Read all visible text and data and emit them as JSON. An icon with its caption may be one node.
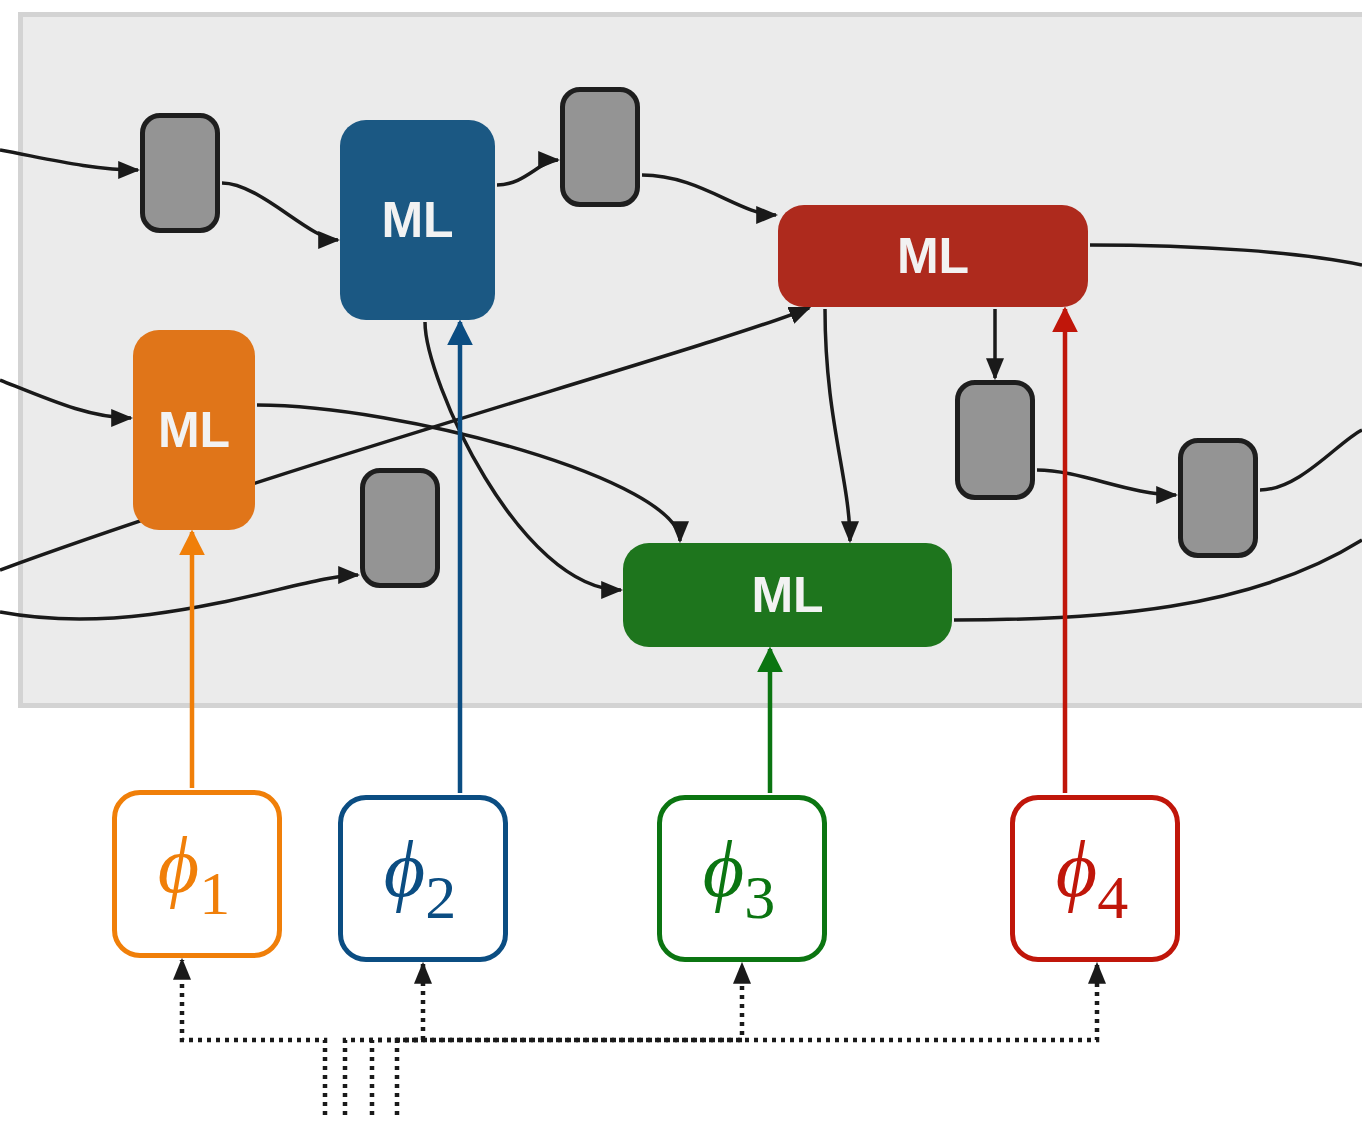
{
  "diagram": {
    "nodes": [
      {
        "text": [],
        "shape": "box"
      },
      {
        "text": [],
        "shape": "box",
        "in": 0
      },
      {
        "text": [
          "ML"
        ],
        "in": 0
      },
      {
        "text": [],
        "shape": "box",
        "in": 0
      },
      {
        "text": [
          "ML"
        ],
        "in": 0
      },
      {
        "text": [
          "ML"
        ],
        "in": 0
      },
      {
        "text": [],
        "shape": "box",
        "in": 0
      },
      {
        "text": [],
        "shape": "box",
        "in": 0
      },
      {
        "text": [],
        "shape": "box",
        "in": 0
      },
      {
        "text": [
          "ML"
        ],
        "in": 0
      },
      {
        "text": [
          "*ϕ*$_{1}$"
        ]
      },
      {
        "text": [
          "*ϕ*$_{2}$"
        ]
      },
      {
        "text": [
          "*ϕ*$_{3}$"
        ]
      },
      {
        "text": [
          "*ϕ*$_{4}$"
        ]
      }
    ],
    "edges": [
      {
        "from": null,
        "to": 1,
        "arrow": "to"
      },
      {
        "from": 1,
        "to": 2,
        "arrow": "to"
      },
      {
        "from": 2,
        "to": 3,
        "arrow": "to"
      },
      {
        "from": 3,
        "to": 4,
        "arrow": "to"
      },
      {
        "from": 4,
        "to": null,
        "arrow": "none"
      },
      {
        "from": null,
        "to": 5,
        "arrow": "to"
      },
      {
        "from": 5,
        "to": 9,
        "arrow": "to"
      },
      {
        "from": null,
        "to": 4,
        "arrow": "to"
      },
      {
        "from": null,
        "to": 6,
        "arrow": "to"
      },
      {
        "from": 2,
        "to": 9,
        "arrow": "to"
      },
      {
        "from": 4,
        "to": 9,
        "arrow": "to"
      },
      {
        "from": 4,
        "to": 7,
        "arrow": "to"
      },
      {
        "from": 7,
        "to": 8,
        "arrow": "to"
      },
      {
        "from": 8,
        "to": null,
        "arrow": "none"
      },
      {
        "from": 9,
        "to": null,
        "arrow": "none"
      },
      {
        "from": 10,
        "to": 5,
        "arrow": "to",
        "color": "#f07f09"
      },
      {
        "from": 11,
        "to": 2,
        "arrow": "to",
        "color": "#0b4d82"
      },
      {
        "from": 12,
        "to": 9,
        "arrow": "to",
        "color": "#0b7511"
      },
      {
        "from": 13,
        "to": 4,
        "arrow": "to",
        "color": "#c0160a"
      },
      {
        "from": null,
        "to": 10,
        "arrow": "to",
        "style": "dashed"
      },
      {
        "from": null,
        "to": 11,
        "arrow": "to",
        "style": "dashed"
      },
      {
        "from": null,
        "to": 12,
        "arrow": "to",
        "style": "dashed"
      },
      {
        "from": null,
        "to": 13,
        "arrow": "to",
        "style": "dashed"
      }
    ]
  }
}
